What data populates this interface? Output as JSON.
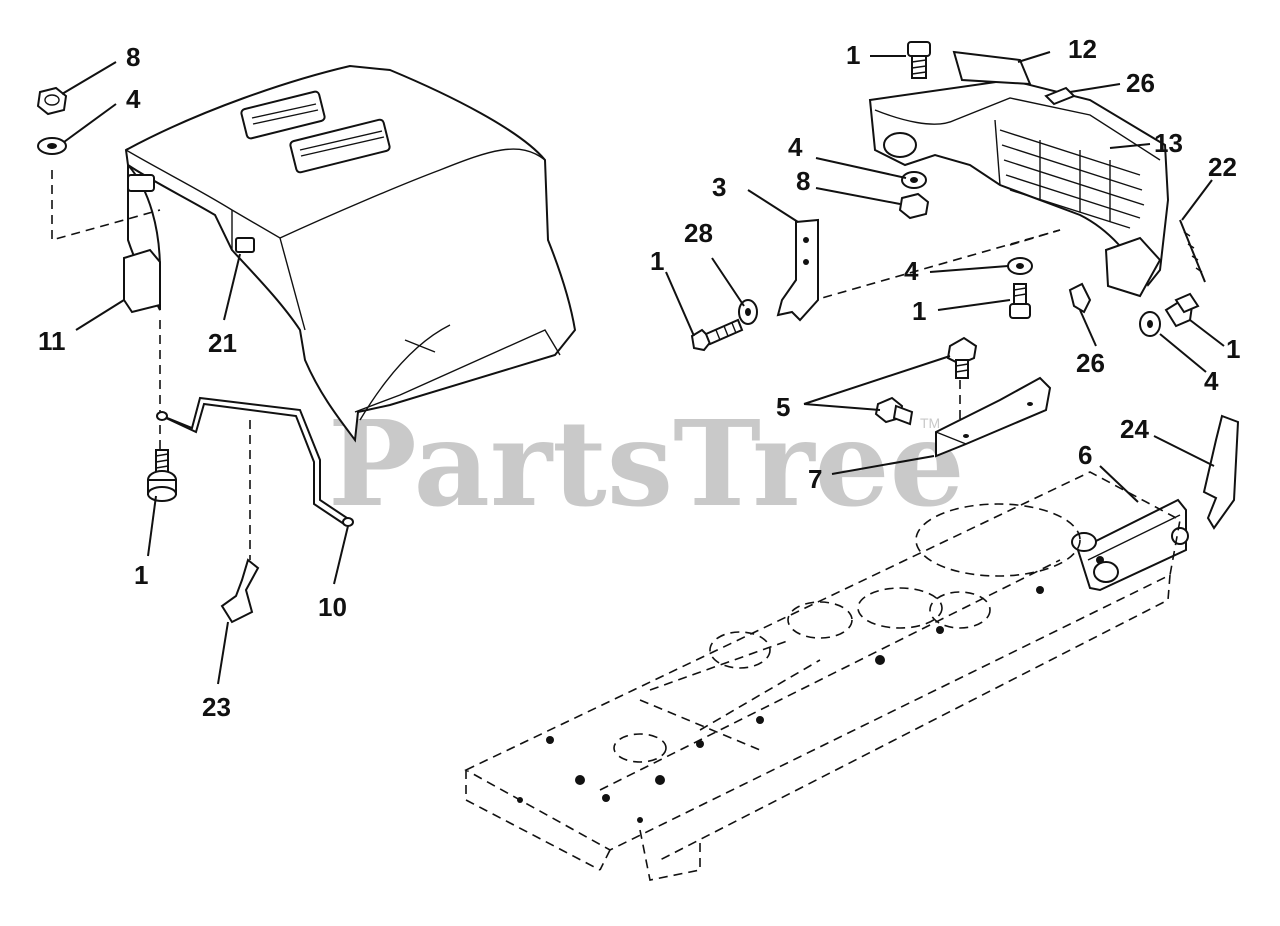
{
  "watermark": {
    "text": "PartsTree",
    "mark": "TM"
  },
  "callouts": {
    "hood_nut": "8",
    "hood_washer": "4",
    "hood_pad": "11",
    "hood_bumper": "21",
    "hood_bolt": "1",
    "hood_rod": "10",
    "hood_clip": "23",
    "grille_bolt_top": "1",
    "grille_decal": "12",
    "grille_clip_top": "26",
    "grille": "13",
    "grille_washer": "4",
    "grille_nut": "8",
    "bracket_left": "3",
    "washer_28": "28",
    "bracket_bolt": "1",
    "grille_screen": "22",
    "center_washer": "4",
    "center_bolt": "1",
    "grille_clip_bottom": "26",
    "right_bolt": "1",
    "right_washer": "4",
    "mount_bolts": "5",
    "mount_bracket": "7",
    "pivot_bracket": "6",
    "side_bracket": "24"
  }
}
